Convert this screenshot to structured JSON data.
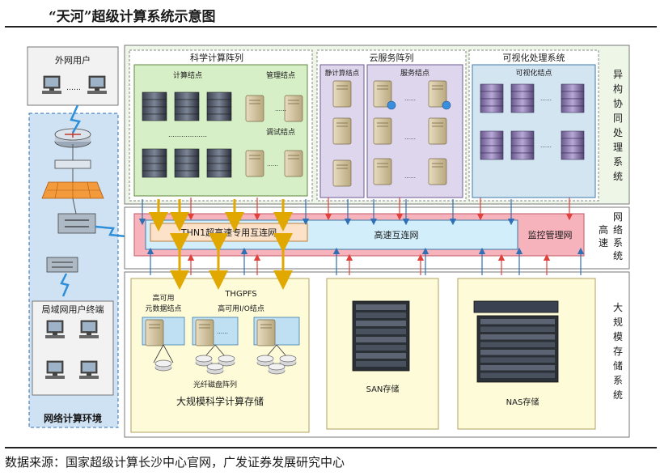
{
  "header": {
    "title": "“天河”超级计算系统示意图"
  },
  "footer": {
    "source": "数据来源：国家超级计算长沙中心官网，广发证券发展研究中心"
  },
  "left": {
    "external_users": "外网用户",
    "ellipsis": "……",
    "lan_terminals": "局域网用户终端",
    "network_env": "网络计算环境"
  },
  "hetero": {
    "side_label": "异构协同处理系统",
    "sci": {
      "title": "科学计算阵列",
      "compute": "计算结点",
      "mgmt": "管理结点",
      "debug": "调试结点",
      "dots": "………………"
    },
    "cloud": {
      "title": "云服务阵列",
      "static": "静计算结点",
      "service": "服务结点"
    },
    "vis": {
      "title": "可视化处理系统",
      "nodes": "可视化结点"
    }
  },
  "network": {
    "side_label": "高速网络系统",
    "thn1": "THN1超高速专用互连网",
    "hs": "高速互连网",
    "monitor": "监控管理网"
  },
  "storage": {
    "side_label": "大规模存储系统",
    "meta": "高可用元数据结点",
    "thgpfs": "THGPFS",
    "io": "高可用I/O结点",
    "fiber": "光纤磁盘阵列",
    "sci_storage": "大规模科学计算存储",
    "san": "SAN存储",
    "nas": "NAS存储"
  },
  "colors": {
    "sci_bg": "#d7efc7",
    "cloud_bg": "#ddd6ec",
    "vis_bg": "#d3e5f1",
    "outer_green": "#eef6e8",
    "net_pink": "#f6b3bc",
    "net_blue": "#d2eefb",
    "thn1": "#fbe2c9",
    "storage_bg": "#fefbd9",
    "left_blue": "#cfe2f3",
    "arrow_red": "#e0413c",
    "arrow_blue": "#2e6fb5",
    "arrow_gold": "#e0a800"
  }
}
